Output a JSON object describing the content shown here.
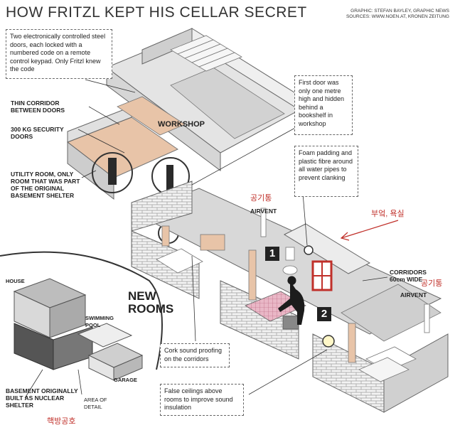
{
  "title": "HOW FRITZL KEPT HIS CELLAR SECRET",
  "credits": {
    "line1": "GRAPHIC: STEFAN BAYLEY, GRAPHIC NEWS",
    "line2": "SOURCES: WWW.NOEN.AT, KRONEN ZEITUNG"
  },
  "notes": {
    "steel_doors": "Two electronically controlled steel doors, each locked with a numbered code on  a remote control keypad. Only Fritzl knew the code",
    "first_door": "First door was only one metre high and hidden behind a bookshelf in workshop",
    "foam": "Foam padding and plastic fibre around all water pipes to prevent clanking",
    "cork": "Cork sound proofing on the corridors",
    "ceilings": "False ceilings above rooms to improve sound insulation"
  },
  "labels": {
    "thin_corridor": "THIN CORRIDOR BETWEEN DOORS",
    "security_doors": "300 KG SECURITY DOORS",
    "utility_room": "UTILITY ROOM, ONLY ROOM THAT WAS PART OF THE ORIGINAL BASEMENT SHELTER",
    "workshop": "WORKSHOP",
    "airvent_1": "AIRVENT",
    "airvent_2": "AIRVENT",
    "corridors": "CORRIDORS 60cm WIDE",
    "new_rooms": "NEW ROOMS",
    "house": "HOUSE",
    "pool": "SWIMMING POOL",
    "garage": "GARAGE",
    "basement": "BASEMENT ORIGINALLY BUILT AS NUCLEAR SHELTER",
    "area": "AREA OF DETAIL",
    "badge_1": "1",
    "badge_2": "2"
  },
  "korean": {
    "airvent_1": "공기통",
    "airvent_2": "공기통",
    "kitchen_bath": "부엌, 욕실",
    "shelter": "핵방공호"
  },
  "colors": {
    "wall_light": "#f2f2f2",
    "wall_mid": "#d6d6d6",
    "wall_dark": "#b5b5b5",
    "floor_tan": "#e8c4a8",
    "floor_grey": "#c8c8c8",
    "accent_red": "#c0302a",
    "door_dark": "#2a2a2a"
  }
}
